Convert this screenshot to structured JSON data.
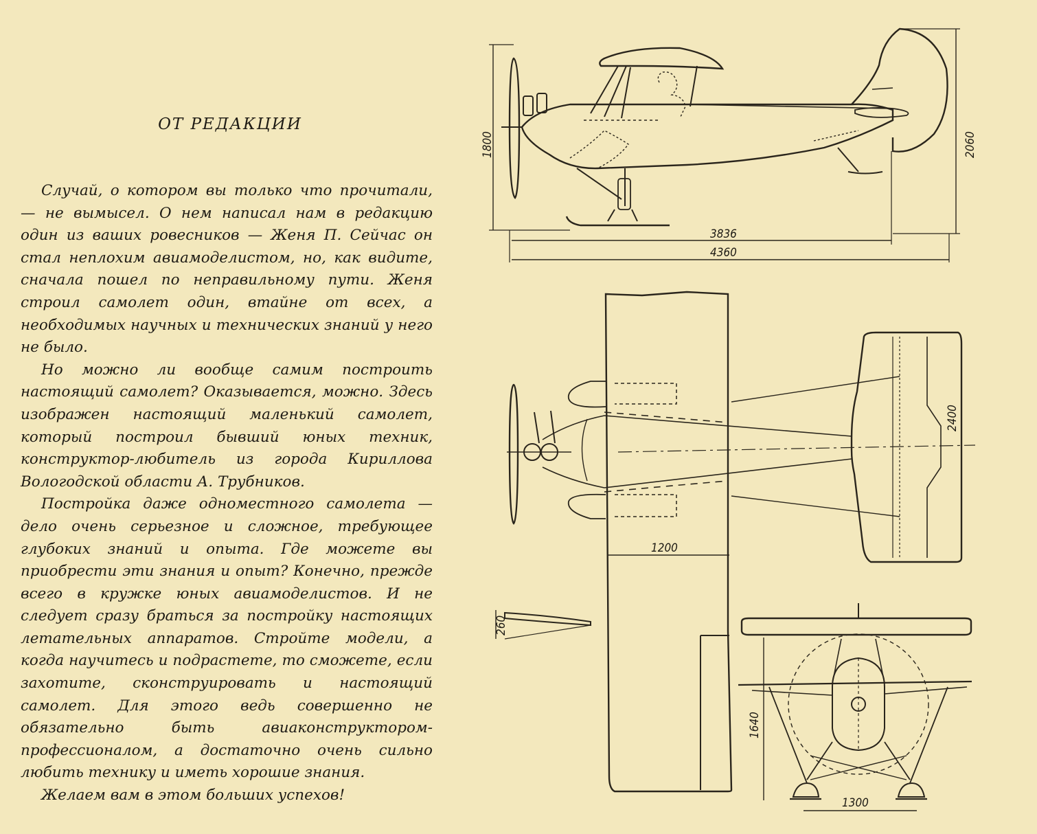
{
  "heading": "ОТ РЕДАКЦИИ",
  "paragraphs": [
    "Случай, о котором вы только что прочитали, — не вымысел. О нем написал нам в редакцию один из ваших ровесников — Женя П. Сейчас он стал неплохим авиамоделистом, но, как видите, сначала пошел по неправильному пути. Женя строил самолет один, втайне от всех, а необходимых научных и технических знаний у него не было.",
    "Но можно ли вообще самим построить настоящий самолет? Оказывается, можно. Здесь изображен настоящий маленький самолет, который построил бывший юных техник, конструктор-любитель из города Кириллова Вологодской области А. Трубников.",
    "Постройка даже одноместного самолета — дело очень серьезное и сложное, требующее глубоких знаний и опыта. Где можете вы приобрести эти знания и опыт? Конечно, прежде всего в кружке юных авиамоделистов. И не следует сразу браться за постройку настоящих летательных аппаратов. Стройте модели, а когда научитесь и подрастете, то сможете, если захотите, сконструировать и настоящий самолет. Для этого ведь совершенно не обязательно быть авиаконструктором-профессионалом, а достаточно очень сильно любить технику и иметь хорошие знания.",
    "Желаем вам в этом больших успехов!"
  ],
  "dimensions": {
    "height_front": "1800",
    "height_tail": "2060",
    "length_fuselage": "3836",
    "length_total": "4360",
    "tail_span": "2400",
    "wing_chord": "1200",
    "wing_thickness": "260",
    "gear_height": "1640",
    "gear_track": "1300"
  }
}
